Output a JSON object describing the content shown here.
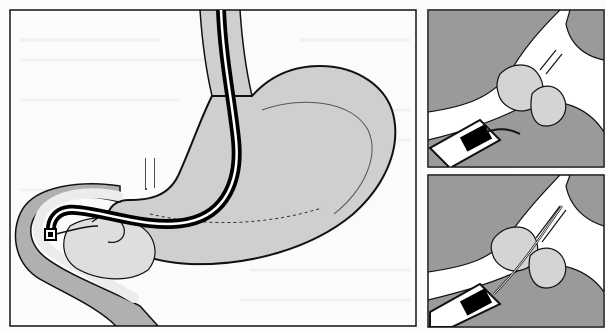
{
  "colors": {
    "background": "#ffffff",
    "page_tint": "#eeeeee",
    "organ_fill": "#cfcfcf",
    "dark_fill": "#9a9a9a",
    "outline": "#111111",
    "scope_black": "#000000",
    "bleed_text": "#d0d0d0"
  },
  "panels": [
    {
      "id": "main",
      "content": "stomach-with-endoscope"
    },
    {
      "id": "inset-top",
      "content": "papilla-cannulation-step-1"
    },
    {
      "id": "inset-bottom",
      "content": "papilla-cannulation-step-2"
    }
  ]
}
